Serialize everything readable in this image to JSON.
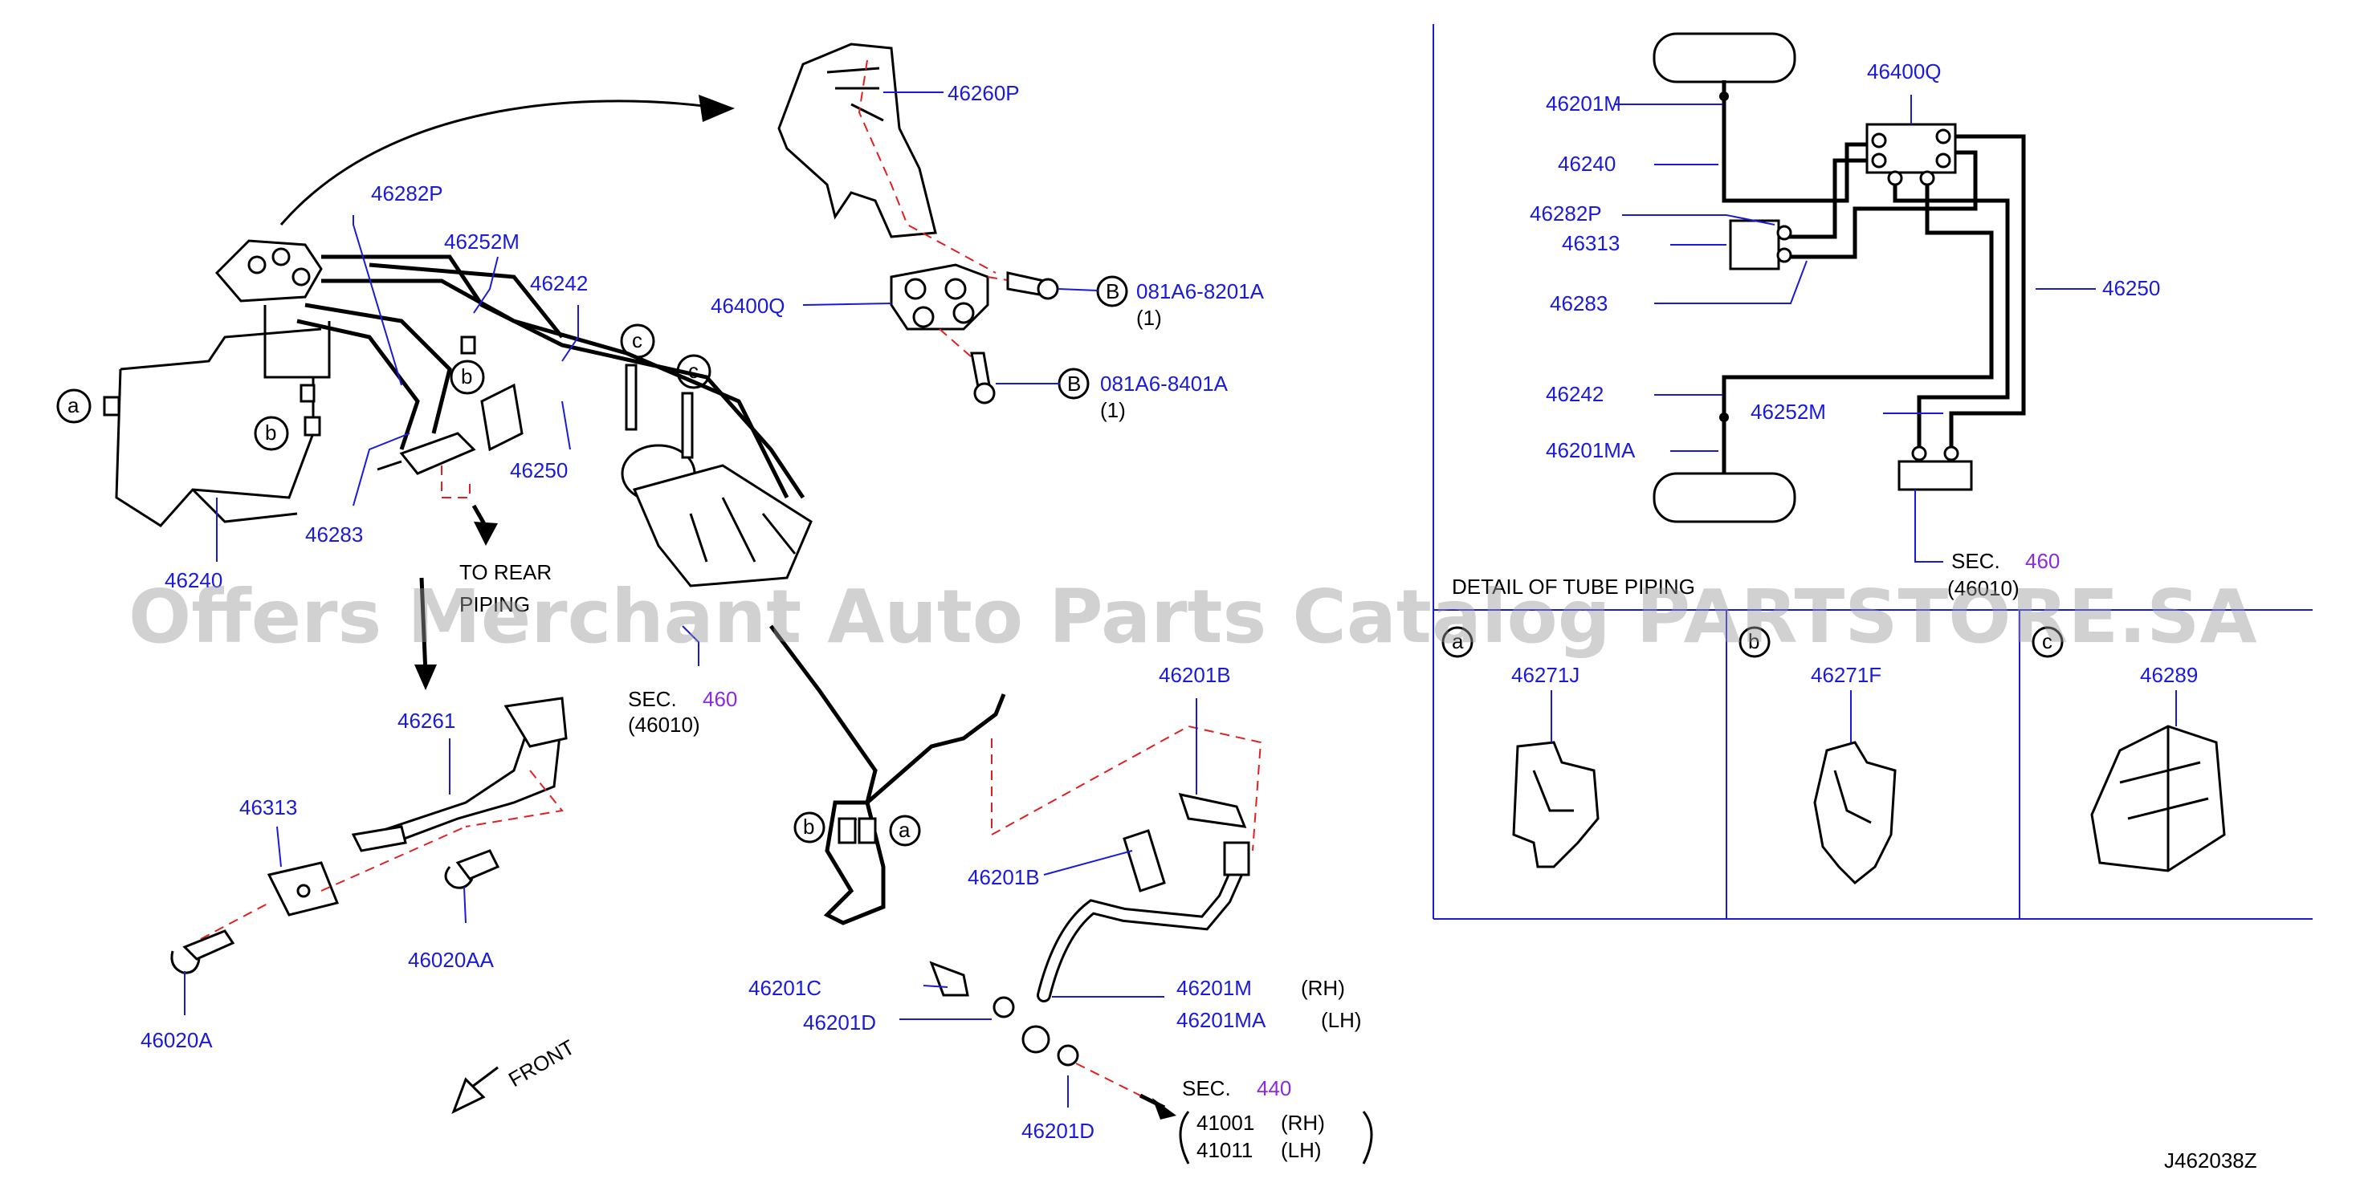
{
  "watermark": "Offers Merchant Auto Parts Catalog PARTSTORE.SA",
  "diagram_code": "J462038Z",
  "detail_heading": "DETAIL OF TUBE PIPING",
  "colors": {
    "label": "#1a1adc",
    "red_dash": "#e02020",
    "section_num": "#8a2be2"
  },
  "labels": {
    "p46260P": "46260P",
    "p46282P": "46282P",
    "p46252M": "46252M",
    "p46242": "46242",
    "p46400Q": "46400Q",
    "p46250": "46250",
    "p46283": "46283",
    "p46240": "46240",
    "p46261": "46261",
    "p46313": "46313",
    "p46020AA": "46020AA",
    "p46020A": "46020A",
    "p46201B_top": "46201B",
    "p46201B_mid": "46201B",
    "p46201C": "46201C",
    "p46201D_a": "46201D",
    "p46201D_b": "46201D",
    "p46201M": "46201M",
    "p46201MA": "46201MA",
    "bolt1": "081A6-8201A",
    "bolt2": "081A6-8401A",
    "qty1": "(1)",
    "qty2": "(1)",
    "rh": "(RH)",
    "lh": "(LH)",
    "to_rear": "TO  REAR",
    "piping": "PIPING",
    "front": "FRONT",
    "sec": "SEC.",
    "sec460": "460",
    "sec460_sub": "(46010)",
    "sec440": "440",
    "p41001": "41001",
    "p41011": "41011",
    "circle_B": "B",
    "circle_a": "a",
    "circle_b": "b",
    "circle_c": "c"
  },
  "schematic": {
    "p46400Q": "46400Q",
    "p46201M": "46201M",
    "p46240": "46240",
    "p46282P": "46282P",
    "p46313": "46313",
    "p46283": "46283",
    "p46250": "46250",
    "p46242": "46242",
    "p46252M": "46252M",
    "p46201MA": "46201MA",
    "sec": "SEC.",
    "sec460": "460",
    "sec_sub": "(46010)"
  },
  "details": [
    {
      "key": "a",
      "part": "46271J"
    },
    {
      "key": "b",
      "part": "46271F"
    },
    {
      "key": "c",
      "part": "46289"
    }
  ]
}
